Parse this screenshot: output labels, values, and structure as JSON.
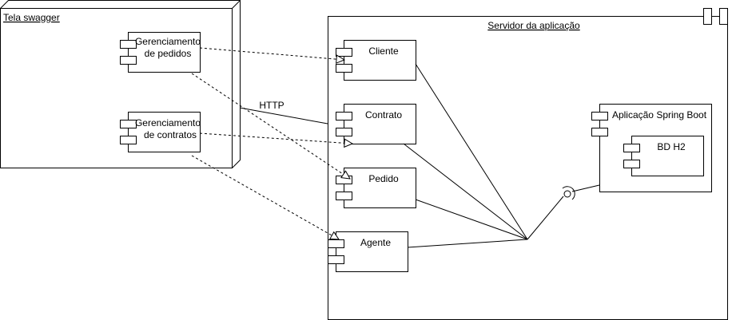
{
  "nodes": {
    "client_node": {
      "title": "Tela swagger"
    },
    "server_node": {
      "title": "Servidor da aplicação"
    }
  },
  "components": {
    "ger_pedidos": {
      "label_line1": "Gerenciamento",
      "label_line2": "de pedidos"
    },
    "ger_contratos": {
      "label_line1": "Gerenciamento",
      "label_line2": "de contratos"
    },
    "cliente": {
      "label": "Cliente"
    },
    "contrato": {
      "label": "Contrato"
    },
    "pedido": {
      "label": "Pedido"
    },
    "agente": {
      "label": "Agente"
    },
    "spring_boot": {
      "label": "Aplicação Spring Boot"
    },
    "bd_h2": {
      "label": "BD H2"
    }
  },
  "connections": {
    "http_label": "HTTP"
  }
}
